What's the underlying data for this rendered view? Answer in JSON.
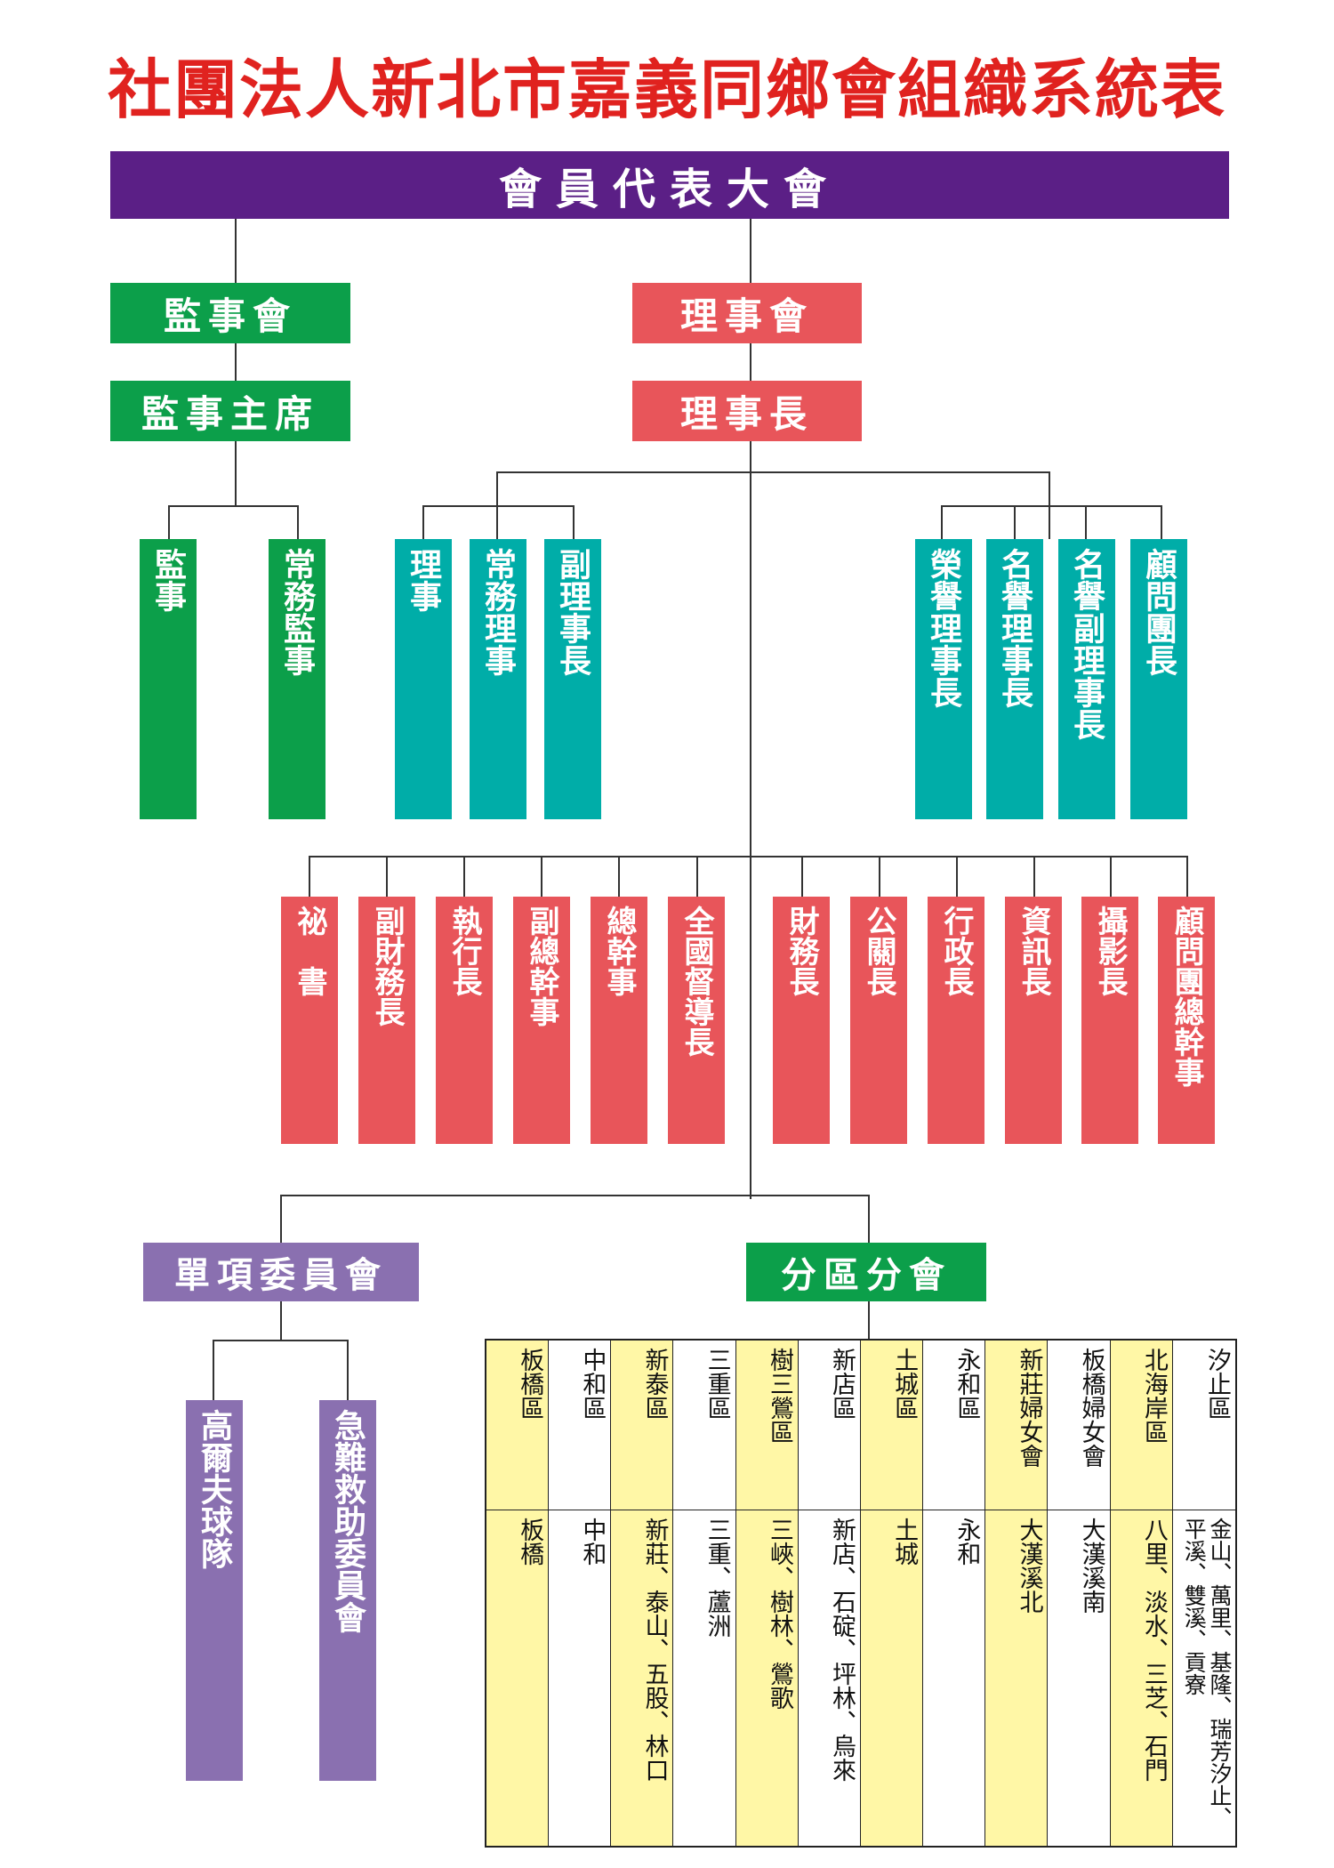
{
  "title": "社團法人新北市嘉義同鄉會組織系統表",
  "top": "會員代表大會",
  "supervisors": {
    "board": "監事會",
    "chair": "監事主席",
    "members": [
      "監事",
      "常務監事"
    ]
  },
  "directors": {
    "board": "理事會",
    "chair": "理事長",
    "left_roles": [
      "理事",
      "常務理事",
      "副理事長"
    ],
    "right_roles": [
      "榮譽理事長",
      "名譽理事長",
      "名譽副理事長",
      "顧問團長"
    ]
  },
  "staff": {
    "left": [
      "祕　書",
      "副財務長",
      "執行長",
      "副總幹事",
      "總幹事",
      "全國督導長"
    ],
    "right": [
      "財務長",
      "公關長",
      "行政長",
      "資訊長",
      "攝影長",
      "顧問團總幹事"
    ]
  },
  "committees": {
    "label": "單項委員會",
    "items": [
      "高爾夫球隊",
      "急難救助委員會"
    ]
  },
  "branches": {
    "label": "分區分會",
    "names": [
      "板橋區",
      "中和區",
      "新泰區",
      "三重區",
      "樹三鶯區",
      "新店區",
      "土城區",
      "永和區",
      "新莊婦女會",
      "板橋婦女會",
      "北海岸區",
      "汐止區"
    ],
    "areas": [
      "板橋",
      "中和",
      "新莊、泰山、五股、林口",
      "三重、蘆洲",
      "三峽、樹林、鶯歌",
      "新店、石碇、坪林、烏來",
      "土城",
      "永和",
      "大漢溪北",
      "大漢溪南",
      "八里、淡水、三芝、石門",
      "金山、萬里、基隆、瑞芳汐止、平溪、雙溪、貢寮"
    ]
  },
  "colors": {
    "title": "#e0221f",
    "top": "#5b1f86",
    "supervisors": "#0c9f4a",
    "directors": "#e8555a",
    "honorary": "#00ada8",
    "committees": "#8a70b0",
    "branches": "#0c9f4a",
    "branch_highlight": "#fff7a6"
  }
}
